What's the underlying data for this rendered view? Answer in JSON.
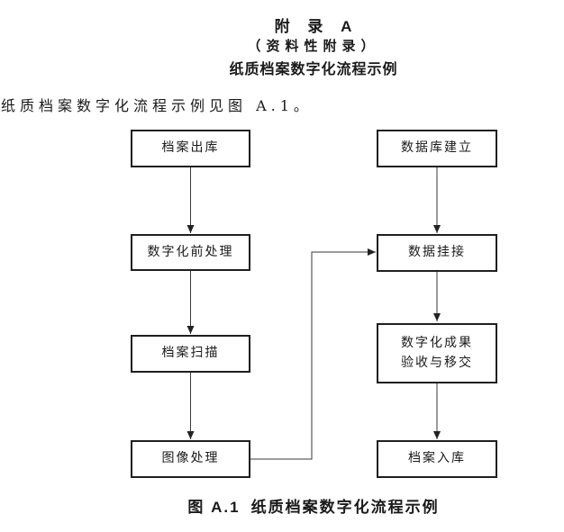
{
  "document": {
    "appendix_heading": "附 录 A",
    "appendix_note": "（资料性附录）",
    "appendix_title": "纸质档案数字化流程示例",
    "intro_text": "纸质档案数字化流程示例见图 A.1。"
  },
  "flowchart": {
    "boxes": [
      {
        "label": "档案出库"
      },
      {
        "label": "数字化前处理"
      },
      {
        "label": "档案扫描"
      },
      {
        "label": "图像处理"
      },
      {
        "label": "数据库建立"
      },
      {
        "label": "数据挂接"
      },
      {
        "label": "数字化成果",
        "label2": "验收与移交"
      },
      {
        "label": "档案入库"
      }
    ]
  },
  "caption": {
    "figure_label": "图 A.1",
    "figure_title": "纸质档案数字化流程示例"
  },
  "colors": {
    "text": "#1a1a1a",
    "box_border": "#1f1f1f",
    "connector": "#3a3a3a",
    "background": "#ffffff"
  }
}
